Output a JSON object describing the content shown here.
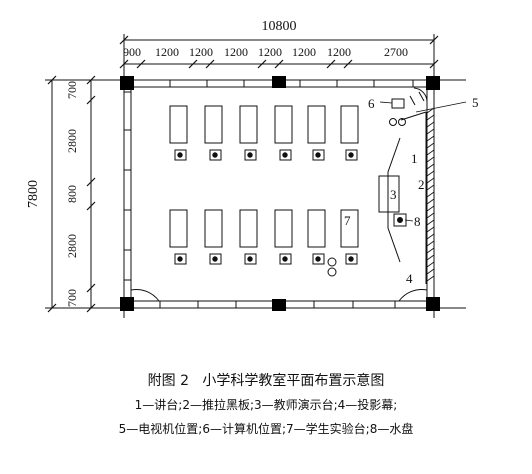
{
  "dimensions": {
    "total_width": "10800",
    "top_segments": [
      "900",
      "1200",
      "1200",
      "1200",
      "1200",
      "1200",
      "1200",
      "2700"
    ],
    "total_depth": "7800",
    "left_segments": [
      "700",
      "2800",
      "800",
      "2800",
      "700"
    ]
  },
  "labels": {
    "lectern": "1",
    "blackboard": "2",
    "teacher_bench": "3",
    "screen": "4",
    "tv": "5",
    "computer": "6",
    "student_bench": "7",
    "sink": "8"
  },
  "caption": {
    "figure_no": "附图 2",
    "title": "小学科学教室平面布置示意图",
    "legend_line1": "1—讲台;2—推拉黑板;3—教师演示台;4—投影幕;",
    "legend_line2": "5—电视机位置;6—计算机位置;7—学生实验台;8—水盘"
  }
}
